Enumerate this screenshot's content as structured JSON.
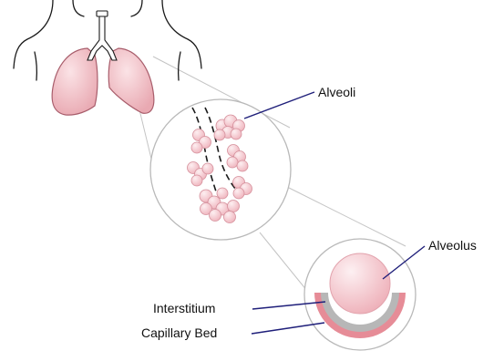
{
  "labels": {
    "alveoli": "Alveoli",
    "alveolus": "Alveolus",
    "interstitium": "Interstitium",
    "capillary_bed": "Capillary Bed"
  },
  "colors": {
    "lung_fill": "#f2c5cb",
    "lung_outline": "#b06070",
    "alveolus_fill": "#f6cdd3",
    "interstitium": "#b9b9b9",
    "capillary": "#e58c96",
    "leader_line": "#1f1f7a",
    "zoom_circle": "#bdbdbd",
    "body_outline": "#1a1a1a"
  }
}
